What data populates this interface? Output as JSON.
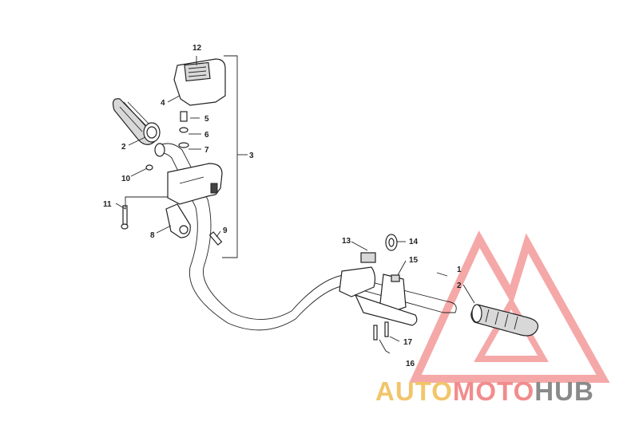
{
  "callouts": {
    "c1": "1",
    "c2a": "2",
    "c2b": "2",
    "c3": "3",
    "c4": "4",
    "c5": "5",
    "c6": "6",
    "c7": "7",
    "c8": "8",
    "c9": "9",
    "c10": "10",
    "c11": "11",
    "c12": "12",
    "c13": "13",
    "c14": "14",
    "c15": "15",
    "c16": "16",
    "c17": "17"
  },
  "watermark": {
    "part1": "AUTO",
    "part2": "MOTO",
    "part3": "HUB"
  },
  "colors": {
    "watermark_red": "#f28c8c",
    "watermark_yellow": "#f1c56a",
    "watermark_gray": "#8a8a8a",
    "line": "#222222"
  }
}
